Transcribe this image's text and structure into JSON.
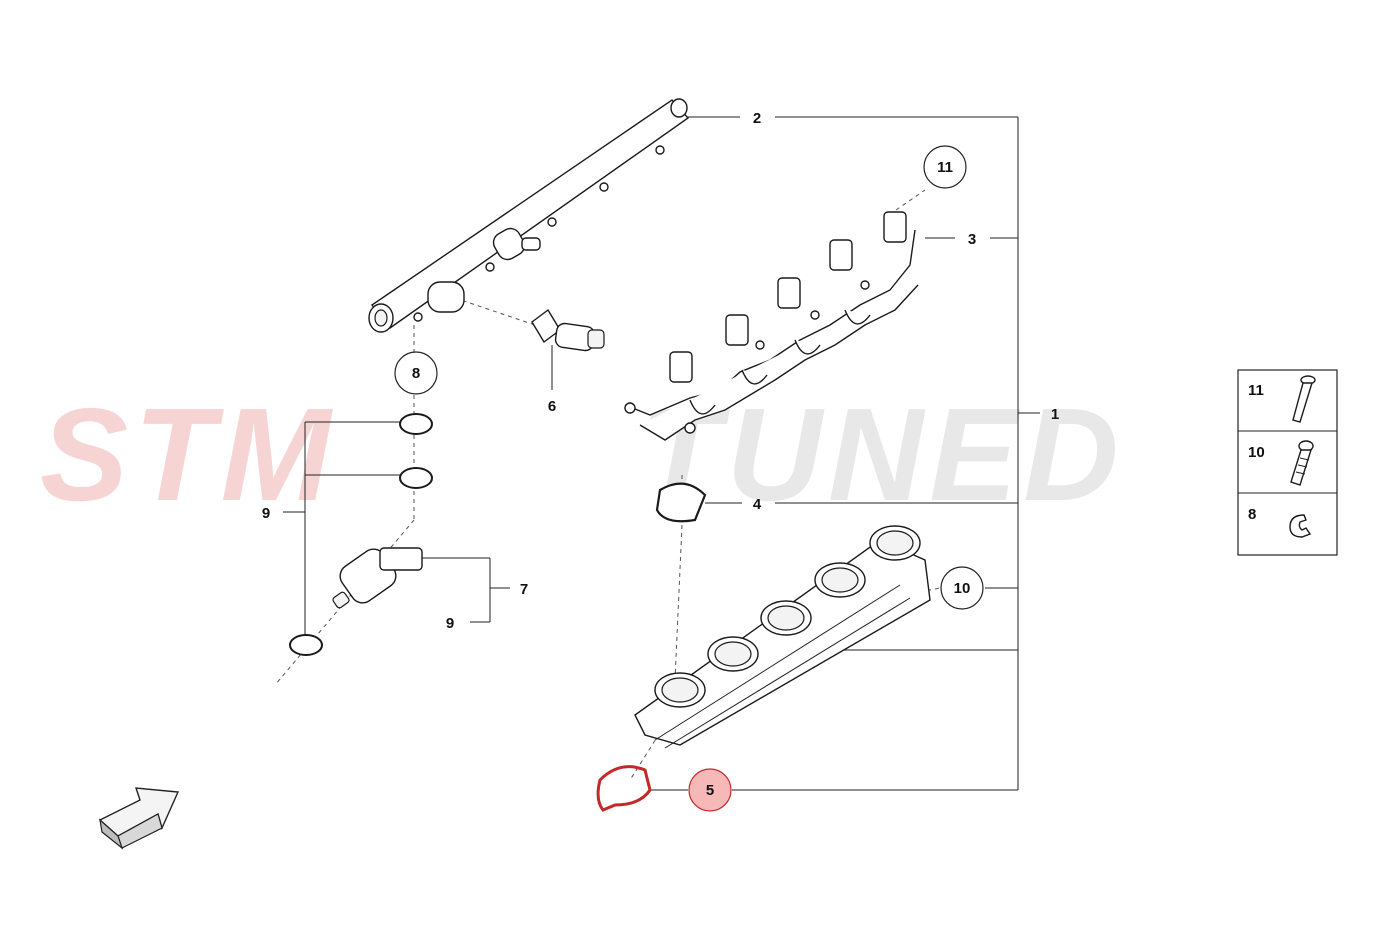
{
  "watermark": {
    "left": "STM",
    "right": "TUNED",
    "left_color": "#f6d4d4",
    "right_color": "#e8e8e8"
  },
  "callouts": {
    "c1": "1",
    "c2": "2",
    "c3": "3",
    "c4": "4",
    "c5": "5",
    "c6": "6",
    "c7": "7",
    "c8": "8",
    "c9a": "9",
    "c9b": "9",
    "c10": "10",
    "c11": "11"
  },
  "highlight_color": "#f7b8b8",
  "legend": [
    {
      "number": "11",
      "icon": "long-bolt-icon"
    },
    {
      "number": "10",
      "icon": "short-bolt-icon"
    },
    {
      "number": "8",
      "icon": "clip-icon"
    }
  ],
  "view_arrow": "view-direction-arrow-icon"
}
